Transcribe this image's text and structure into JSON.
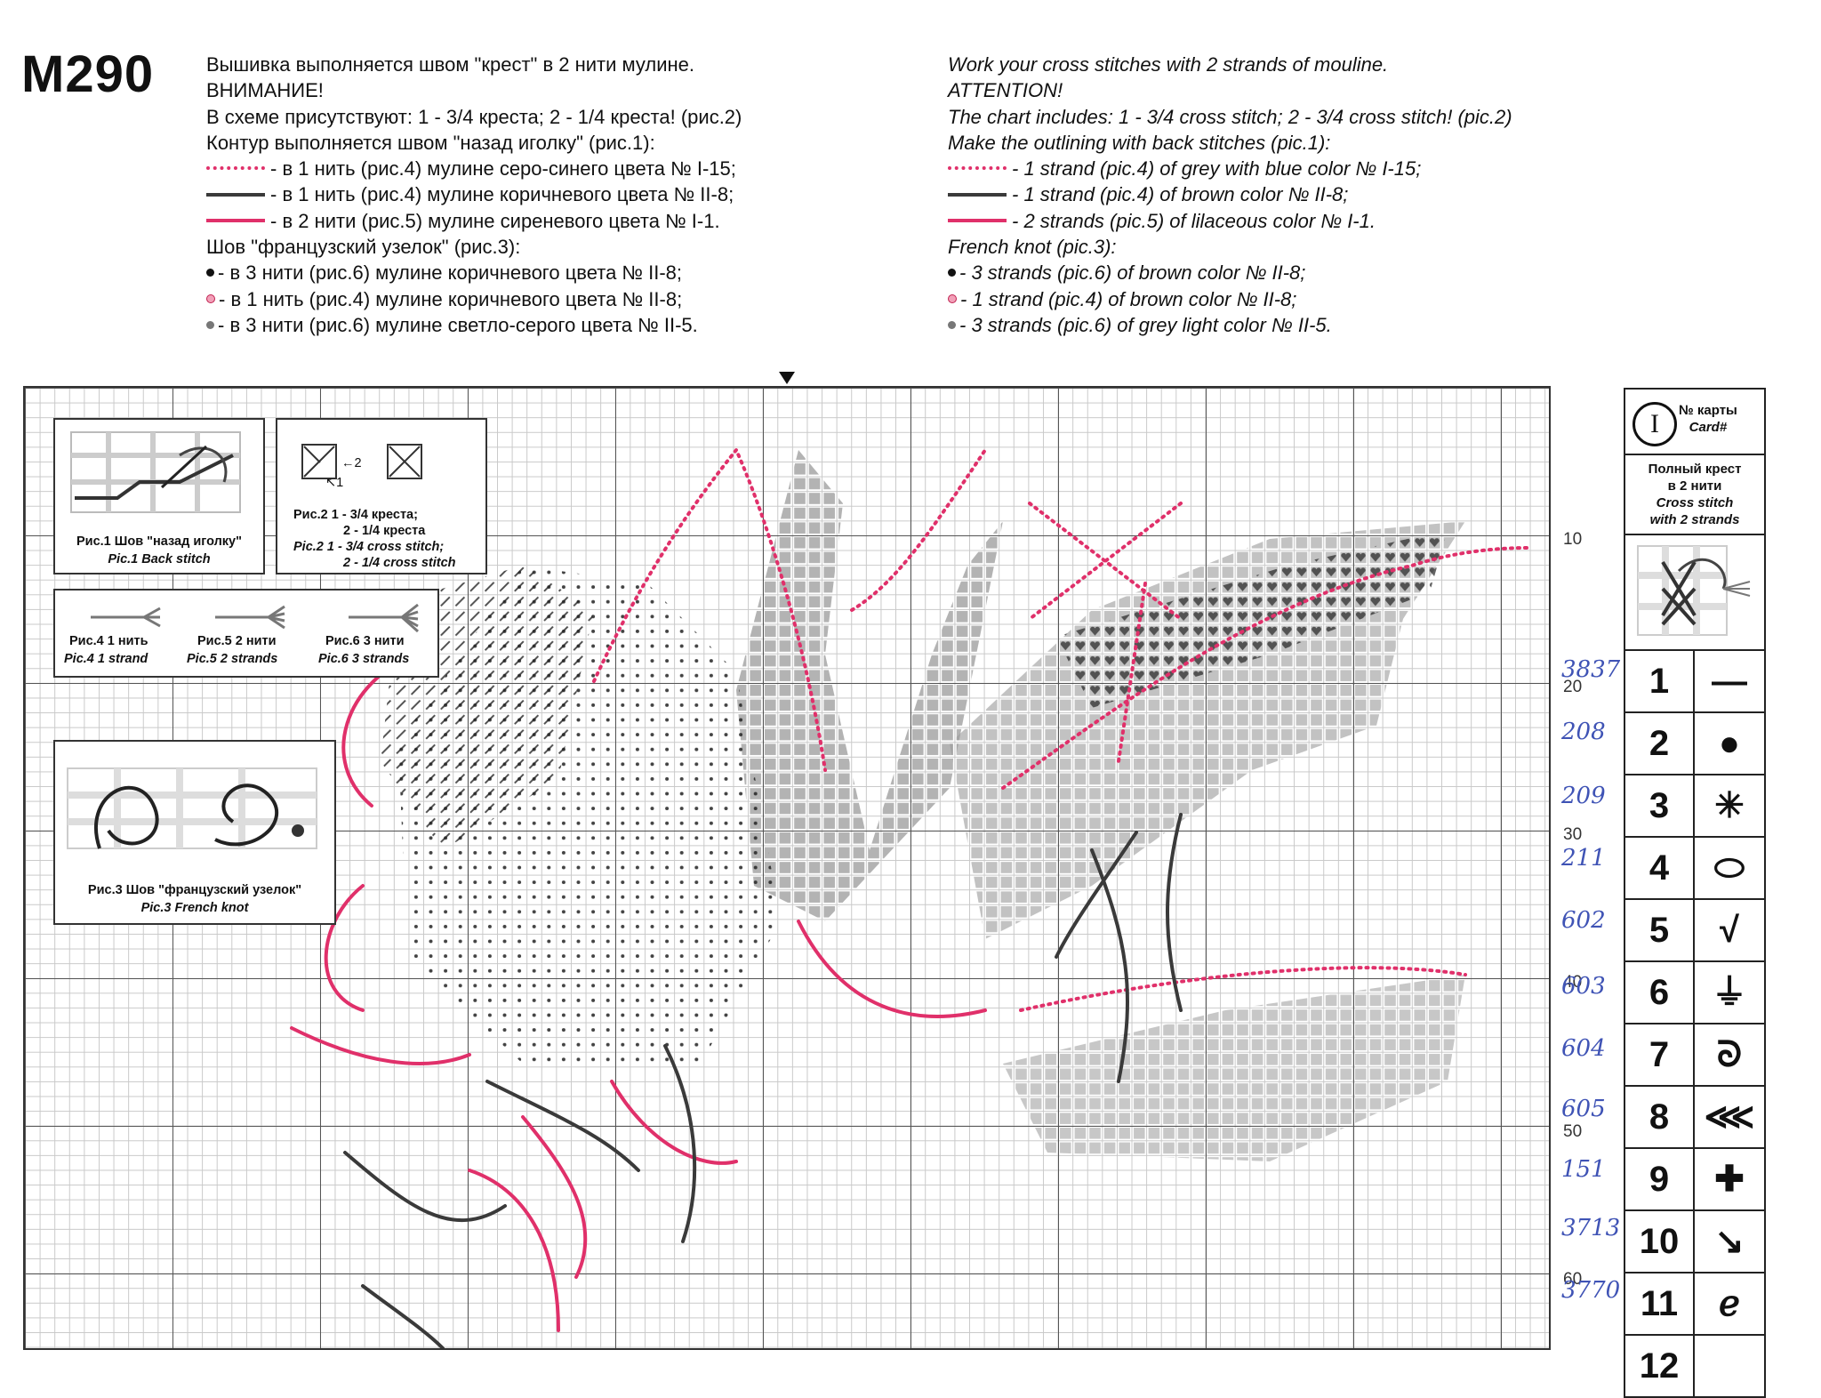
{
  "header": {
    "code": "M290",
    "ru": {
      "line1": "Вышивка выполняется швом \"крест\" в 2 нити мулине.",
      "line2": "ВНИМАНИЕ!",
      "line3": "В схеме присутствуют: 1 - 3/4 креста; 2 - 1/4 креста! (рис.2)",
      "line4": "Контур выполняется швом \"назад иголку\" (рис.1):",
      "backstitch": [
        "- в 1 нить (рис.4) мулине серо-синего цвета № I-15;",
        "- в 1 нить (рис.4) мулине коричневого цвета № II-8;",
        "- в 2 нити (рис.5) мулине сиреневого цвета № I-1."
      ],
      "french_title": "Шов \"французский узелок\" (рис.3):",
      "french": [
        "- в 3 нити (рис.6) мулине коричневого цвета № II-8;",
        "- в 1 нить (рис.4) мулине коричневого цвета № II-8;",
        "- в 3 нити (рис.6) мулине светло-серого цвета № II-5."
      ]
    },
    "en": {
      "line1": "Work your cross stitches with 2 strands of mouline.",
      "line2": "ATTENTION!",
      "line3": "The chart includes: 1 - 3/4 cross stitch; 2 - 3/4 cross stitch! (pic.2)",
      "line4": "Make the outlining with back stitches (pic.1):",
      "backstitch": [
        "- 1 strand (pic.4) of grey with blue color № I-15;",
        "- 1 strand (pic.4) of brown color № II-8;",
        "- 2 strands (pic.5) of lilaceous color № I-1."
      ],
      "french_title": "French knot (pic.3):",
      "french": [
        "- 3 strands (pic.6) of brown color № II-8;",
        "- 1 strand (pic.4) of brown color № II-8;",
        "- 3 strands (pic.6) of grey light color № II-5."
      ]
    }
  },
  "figures": {
    "pic1_ru": "Рис.1 Шов \"назад иголку\"",
    "pic1_en": "Pic.1 Back stitch",
    "pic2_label1": "←2",
    "pic2_label2": "↖1",
    "pic2_ru1": "Рис.2 1 - 3/4 креста;",
    "pic2_ru2": "2 - 1/4 креста",
    "pic2_en1": "Pic.2 1 - 3/4 cross stitch;",
    "pic2_en2": "2 - 1/4 cross stitch",
    "pic4_ru": "Рис.4 1 нить",
    "pic4_en": "Pic.4 1 strand",
    "pic5_ru": "Рис.5 2 нити",
    "pic5_en": "Pic.5 2 strands",
    "pic6_ru": "Рис.6 3 нити",
    "pic6_en": "Pic.6 3 strands",
    "pic3_ru": "Рис.3 Шов \"французский узелок\"",
    "pic3_en": "Pic.3 French knot"
  },
  "row_numbers": [
    "10",
    "20",
    "30",
    "40",
    "50",
    "60"
  ],
  "key": {
    "roman": "I",
    "card_ru": "№ карты",
    "card_en": "Card#",
    "full_ru1": "Полный крест",
    "full_ru2": "в 2 нити",
    "full_en1": "Cross stitch",
    "full_en2": "with 2 strands",
    "rows": [
      {
        "num": "1",
        "symbol": "—",
        "icon": "dash-symbol"
      },
      {
        "num": "2",
        "symbol": "●",
        "icon": "needle-dot-symbol"
      },
      {
        "num": "3",
        "symbol": "✳",
        "icon": "asterisk-symbol"
      },
      {
        "num": "4",
        "symbol": "⬭",
        "icon": "oval-symbol"
      },
      {
        "num": "5",
        "symbol": "√",
        "icon": "checkmark-symbol"
      },
      {
        "num": "6",
        "symbol": "⏚",
        "icon": "anchor-symbol"
      },
      {
        "num": "7",
        "symbol": "ᘐ",
        "icon": "spiral-symbol"
      },
      {
        "num": "8",
        "symbol": "⋘",
        "icon": "arrow-feather-symbol"
      },
      {
        "num": "9",
        "symbol": "✚",
        "icon": "cross-symbol"
      },
      {
        "num": "10",
        "symbol": "↘",
        "icon": "pin-symbol"
      },
      {
        "num": "11",
        "symbol": "ℯ",
        "icon": "e-symbol"
      },
      {
        "num": "12",
        "symbol": "",
        "icon": ""
      }
    ]
  },
  "handwritten": [
    "3837",
    "208",
    "209",
    "211",
    "602",
    "603",
    "604",
    "605",
    "151",
    "3713",
    "3770"
  ],
  "colors": {
    "pink": "#e0306a",
    "dark": "#3a3a3a",
    "ink": "#3f53b5"
  }
}
